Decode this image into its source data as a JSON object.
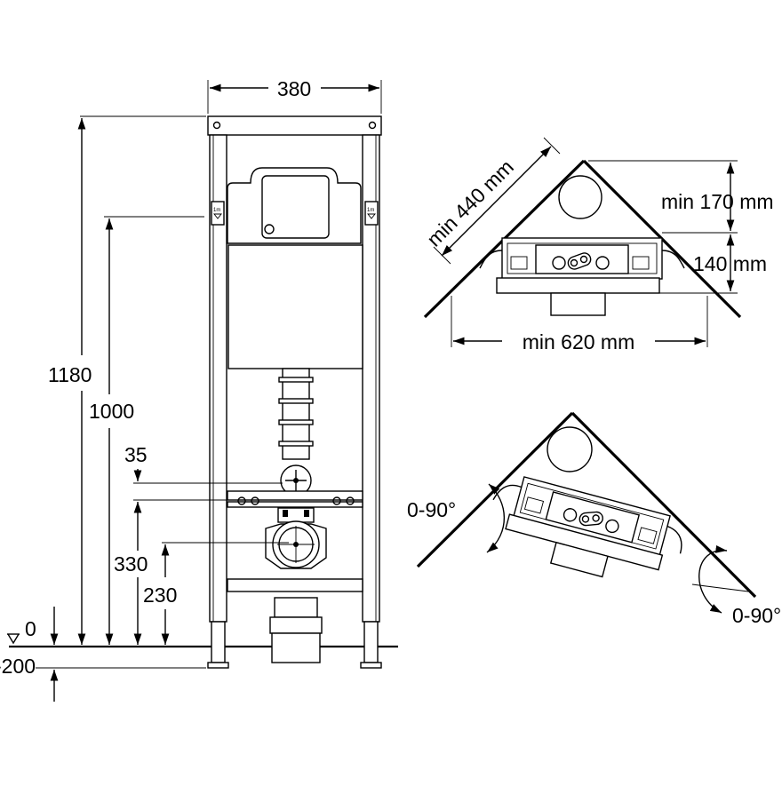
{
  "front_view": {
    "width_label": "380",
    "height_total_label": "1180",
    "height_1000_label": "1000",
    "dim_35_label": "35",
    "dim_330_label": "330",
    "dim_230_label": "230",
    "floor_zero_label": "0",
    "depth_label": "-200",
    "marker_label": "1m"
  },
  "corner_top": {
    "diag_label": "min 440 mm",
    "depth_label": "min 170 mm",
    "cistern_label": "140 mm",
    "width_label": "min 620 mm"
  },
  "corner_bottom": {
    "angle_left_label": "0-90°",
    "angle_right_label": "0-90°"
  }
}
